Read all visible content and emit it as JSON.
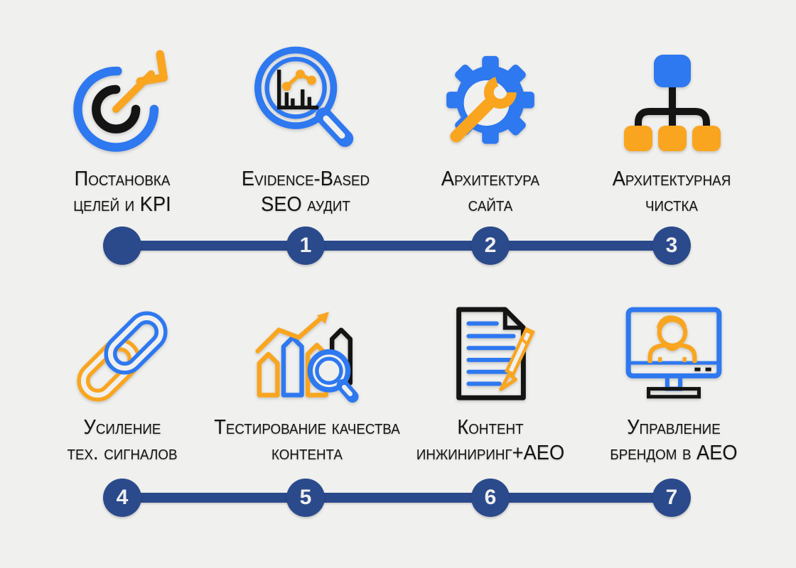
{
  "colors": {
    "background": "#F0F0EE",
    "accent_blue": "#2E78F0",
    "accent_orange": "#F9A51F",
    "timeline_navy": "#2B4A8C",
    "text_ink": "#141414",
    "node_number_text": "#EFEFEF"
  },
  "rows": [
    {
      "steps": [
        {
          "icon": "target-dart-icon",
          "line1": "Постановка",
          "line2": "целей и KPI",
          "marker": ""
        },
        {
          "icon": "seo-audit-magnifier-icon",
          "line1": "Evidence-Based",
          "line2": "SEO аудит",
          "marker": "1"
        },
        {
          "icon": "gear-wrench-icon",
          "line1": "Архитектура",
          "line2": "сайта",
          "marker": "2"
        },
        {
          "icon": "sitemap-icon",
          "line1": "Архитектурная",
          "line2": "чистка",
          "marker": "3"
        }
      ]
    },
    {
      "steps": [
        {
          "icon": "chain-links-icon",
          "line1": "Усиление",
          "line2": "тех. сигналов",
          "marker": "4"
        },
        {
          "icon": "growth-chart-magnifier-icon",
          "line1": "Тестирование качества",
          "line2": "контента",
          "marker": "5"
        },
        {
          "icon": "document-pen-icon",
          "line1": "Контент",
          "line2": "инжиниринг+AEO",
          "marker": "6"
        },
        {
          "icon": "monitor-person-icon",
          "line1": "Управление",
          "line2": "брендом в AEO",
          "marker": "7"
        }
      ]
    }
  ]
}
